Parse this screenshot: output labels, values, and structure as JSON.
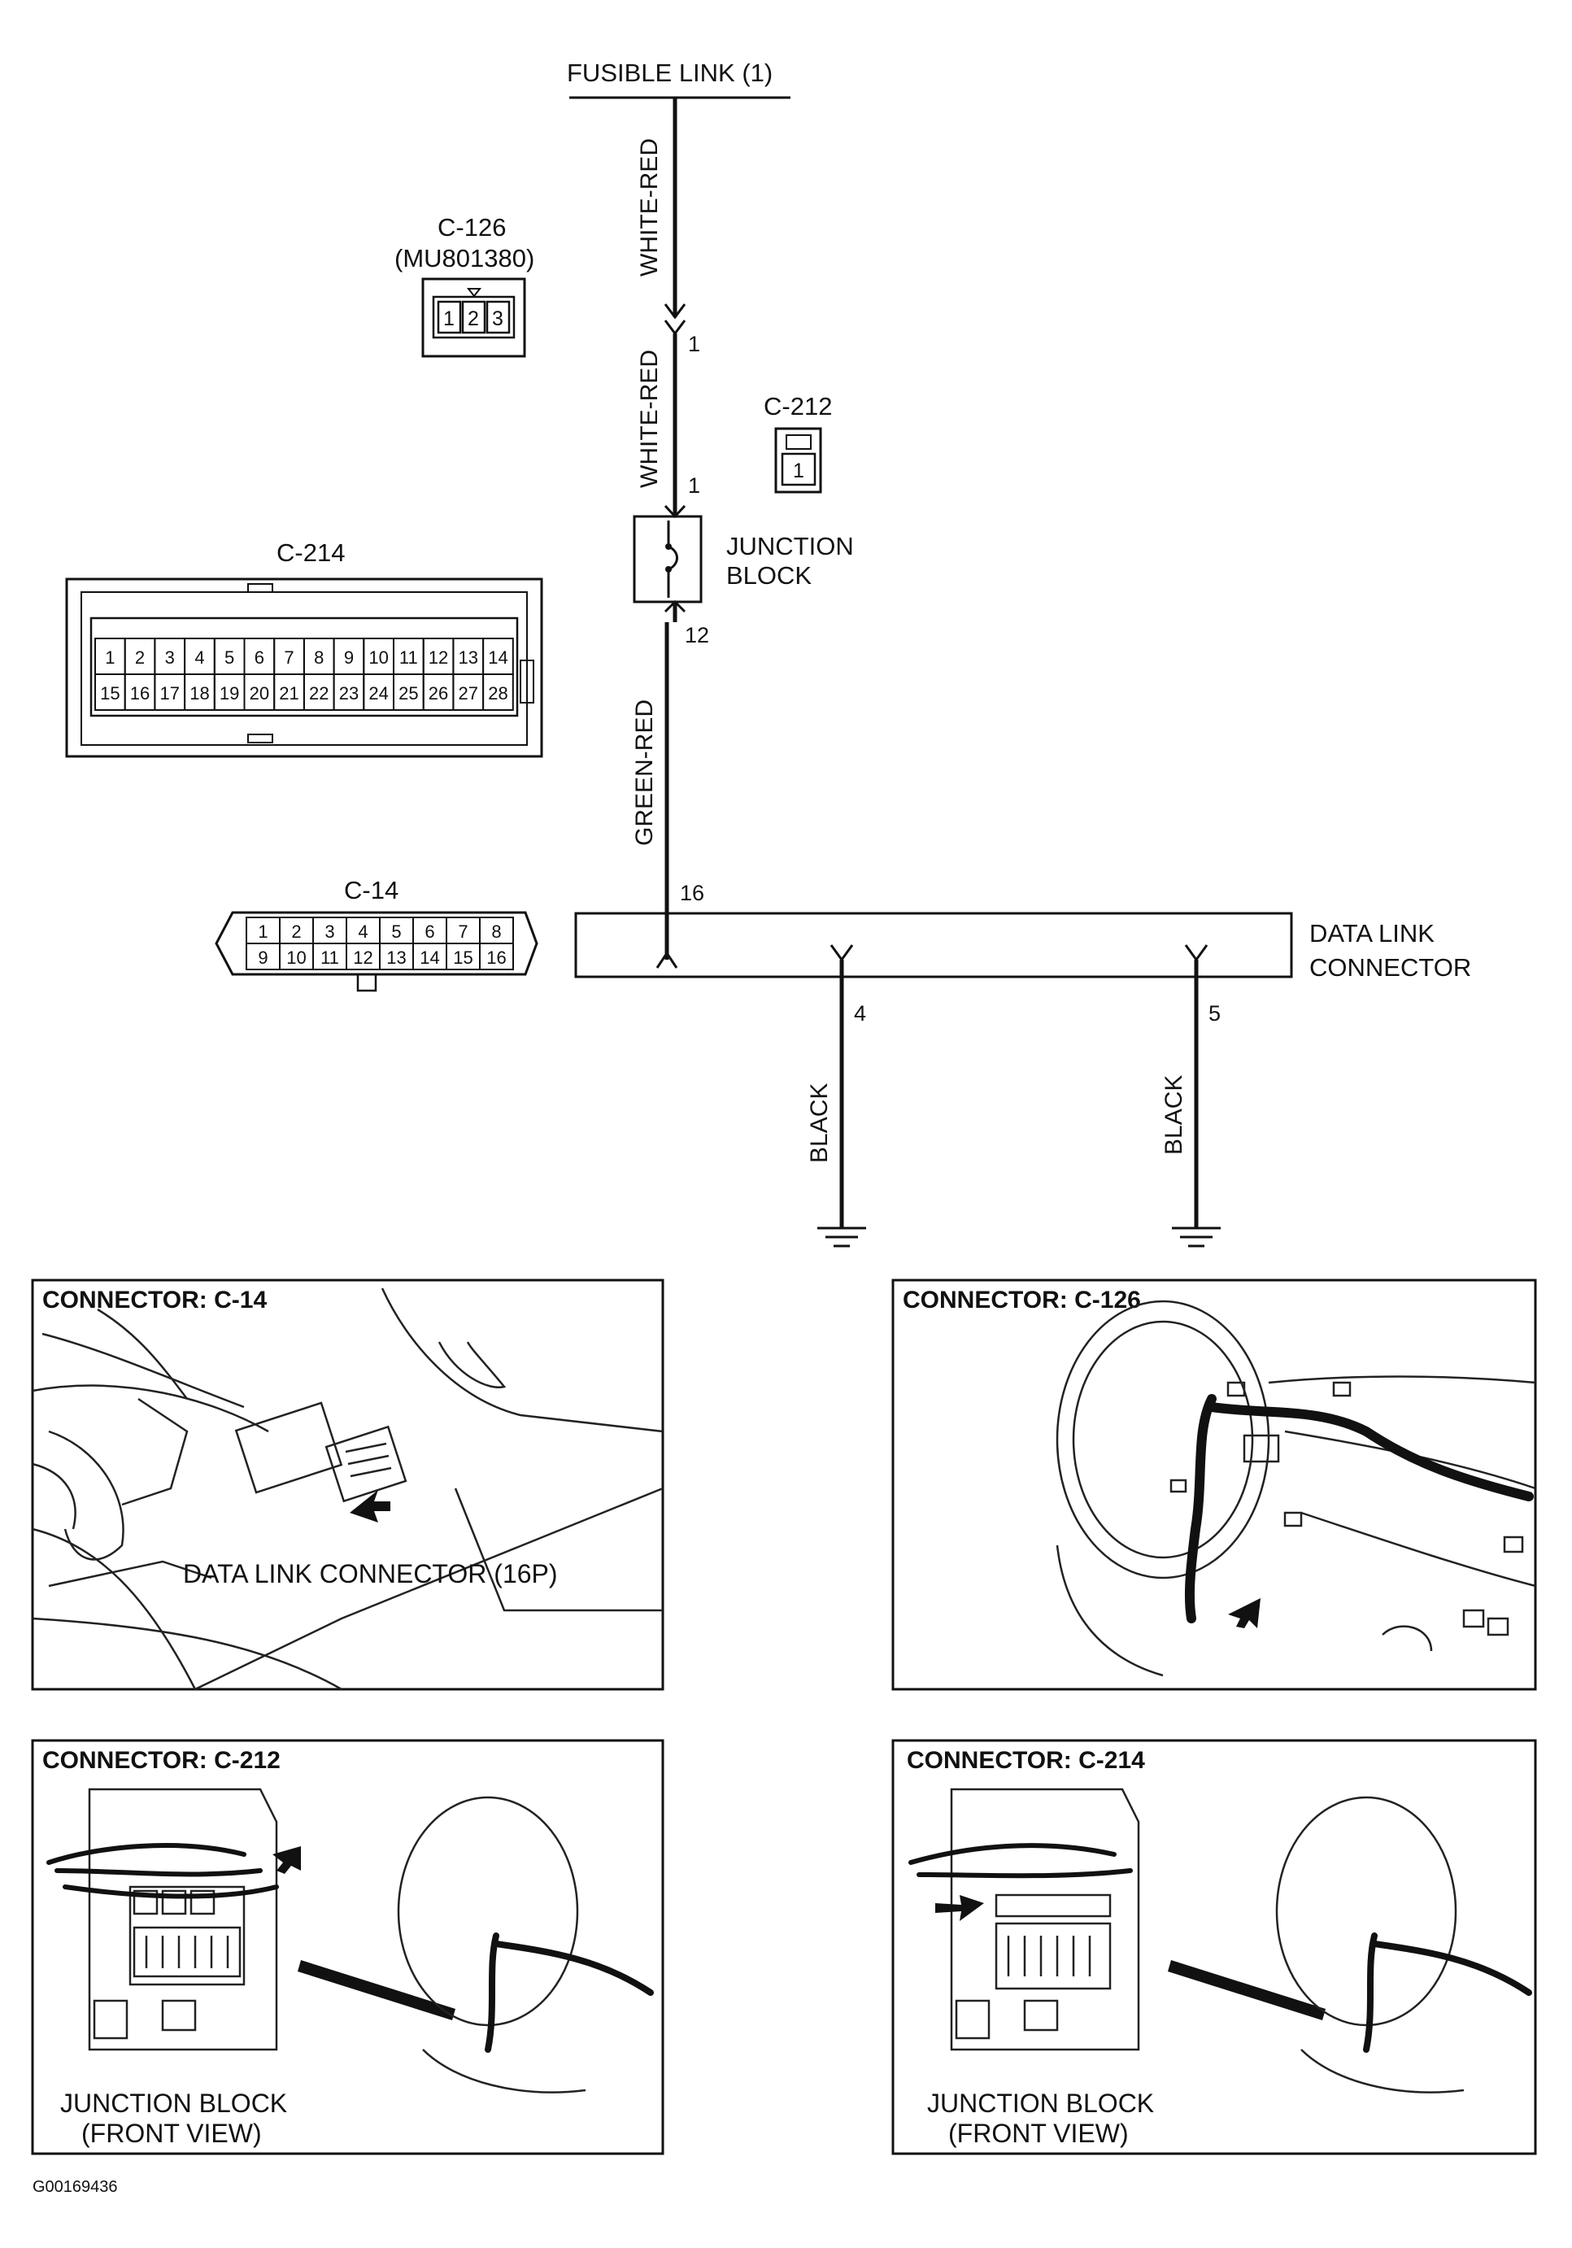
{
  "schematic": {
    "fusible_link": "FUSIBLE LINK (1)",
    "junction_block": [
      "JUNCTION",
      "BLOCK"
    ],
    "data_link_connector": [
      "DATA LINK",
      "CONNECTOR"
    ],
    "wires": {
      "upper": "WHITE-RED",
      "middle": "WHITE-RED",
      "lower": "GREEN-RED",
      "ground_left": "BLACK",
      "ground_right": "BLACK"
    },
    "pins": {
      "c126_pin": "1",
      "jb_in": "1",
      "jb_out": "12",
      "dlc_16": "16",
      "dlc_4": "4",
      "dlc_5": "5"
    }
  },
  "connectors": {
    "c126": {
      "name": "C-126",
      "part": "(MU801380)",
      "pins": [
        "1",
        "2",
        "3"
      ]
    },
    "c212": {
      "name": "C-212",
      "pins": [
        "1"
      ]
    },
    "c214": {
      "name": "C-214",
      "row1": [
        "1",
        "2",
        "3",
        "4",
        "5",
        "6",
        "7",
        "8",
        "9",
        "10",
        "11",
        "12",
        "13",
        "14"
      ],
      "row2": [
        "15",
        "16",
        "17",
        "18",
        "19",
        "20",
        "21",
        "22",
        "23",
        "24",
        "25",
        "26",
        "27",
        "28"
      ]
    },
    "c14": {
      "name": "C-14",
      "row1": [
        "1",
        "2",
        "3",
        "4",
        "5",
        "6",
        "7",
        "8"
      ],
      "row2": [
        "9",
        "10",
        "11",
        "12",
        "13",
        "14",
        "15",
        "16"
      ]
    }
  },
  "panels": {
    "c14": {
      "title": "CONNECTOR: C-14",
      "caption": "DATA LINK CONNECTOR (16P)"
    },
    "c126": {
      "title": "CONNECTOR: C-126"
    },
    "c212": {
      "title": "CONNECTOR: C-212",
      "caption": [
        "JUNCTION BLOCK",
        "(FRONT VIEW)"
      ]
    },
    "c214": {
      "title": "CONNECTOR: C-214",
      "caption": [
        "JUNCTION BLOCK",
        "(FRONT VIEW)"
      ]
    }
  },
  "figure_id": "G00169436"
}
